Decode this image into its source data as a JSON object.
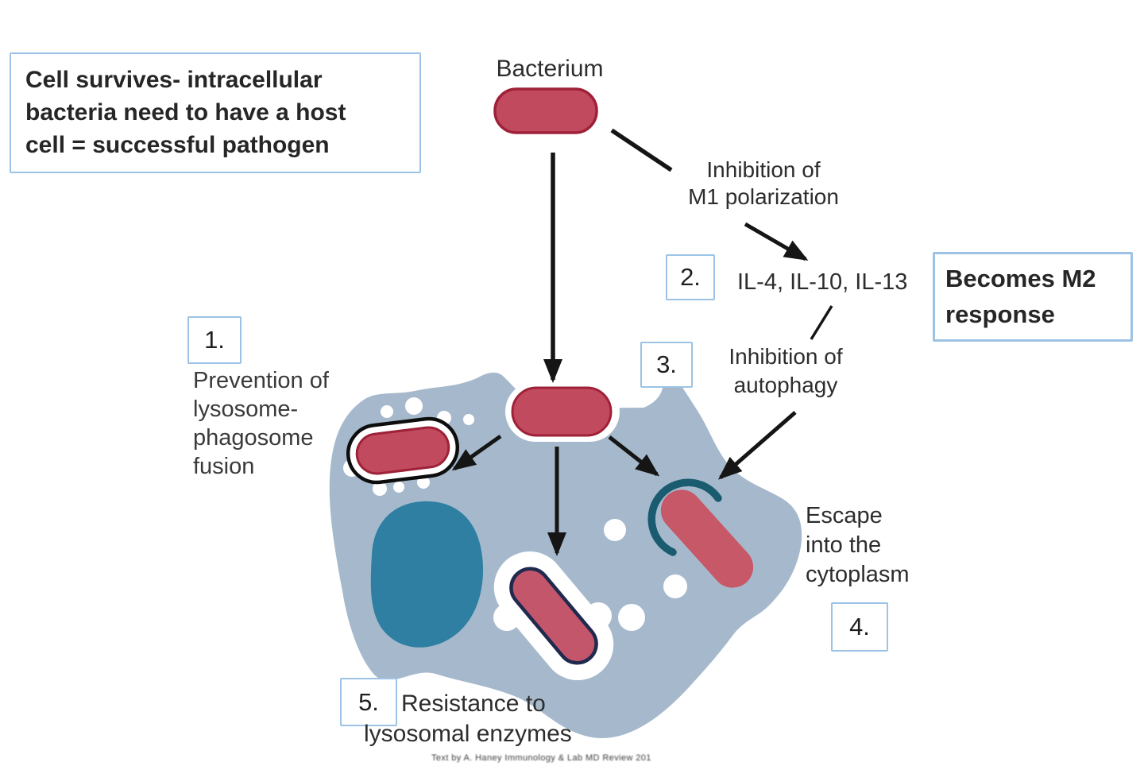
{
  "note_box": {
    "line1": "Cell survives- intracellular",
    "line2": "bacteria need to have a host",
    "line3": "cell = successful pathogen"
  },
  "bacterium_label": "Bacterium",
  "m1_label": {
    "line1": "Inhibition of",
    "line2": "M1 polarization"
  },
  "cytokines_label": "IL-4, IL-10, IL-13",
  "m2_box": {
    "line1": "Becomes M2",
    "line2": "response"
  },
  "autophagy_label": {
    "line1": "Inhibition of",
    "line2": "autophagy"
  },
  "step_numbers": {
    "n1": "1.",
    "n2": "2.",
    "n3": "3.",
    "n4": "4.",
    "n5": "5."
  },
  "step1_label": {
    "line1": "Prevention of",
    "line2": "lysosome-",
    "line3": "phagosome",
    "line4": "fusion"
  },
  "step4_label": {
    "line1": "Escape",
    "line2": "into the",
    "line3": "cytoplasm"
  },
  "step5_label": {
    "line1": "Resistance to",
    "line2": "lysosomal enzymes"
  },
  "citation": "Text by A. Haney Immunology & Lab MD Review 201",
  "colors": {
    "cell_body": "#a6b9cc",
    "nucleus": "#2e7fa2",
    "bacterium_fill": "#c24a5e",
    "bacterium_stroke": "#9e2138",
    "escaped_bacterium_fill": "#c75868",
    "phagolysosome_bacterium_fill": "#c4566b",
    "phagosome_outline": "#0d0d0d",
    "phagolysosome_outline": "#20294e",
    "autophagosome_arc": "#1b5b6f",
    "lysosome_fill": "#ffffff",
    "box_border": "#9cc3e5",
    "arrow": "#151515"
  }
}
